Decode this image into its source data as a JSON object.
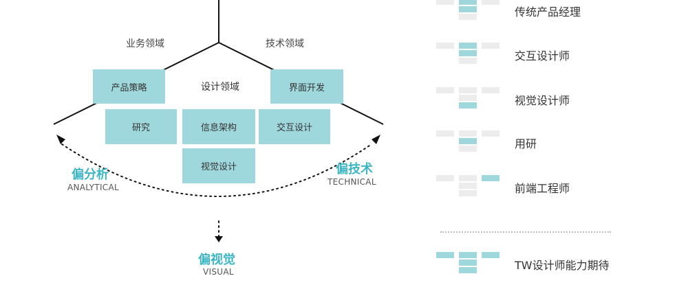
{
  "diagram": {
    "domains": {
      "business": "业务领域",
      "technical": "技术领域",
      "design": "设计领域"
    },
    "boxes": {
      "product_strategy": "产品策略",
      "interface_dev": "界面开发",
      "research": "研究",
      "info_arch": "信息架构",
      "interaction_design": "交互设计",
      "visual_design": "视觉设计"
    },
    "bias": {
      "analytical": {
        "cn": "偏分析",
        "en": "ANALYTICAL"
      },
      "technical": {
        "cn": "偏技术",
        "en": "TECHNICAL"
      },
      "visual": {
        "cn": "偏视觉",
        "en": "VISUAL"
      }
    }
  },
  "legend": {
    "items": [
      {
        "label": "传统产品经理",
        "highlight": [
          0,
          1,
          1,
          0,
          0
        ]
      },
      {
        "label": "交互设计师",
        "highlight": [
          0,
          1,
          1,
          0,
          0
        ]
      },
      {
        "label": "视觉设计师",
        "highlight": [
          0,
          0,
          0,
          0,
          1
        ]
      },
      {
        "label": "用研",
        "highlight": [
          0,
          0,
          1,
          0,
          0
        ]
      },
      {
        "label": "前端工程师",
        "highlight": [
          0,
          0,
          0,
          1,
          0
        ]
      }
    ],
    "summary": {
      "label": "TW设计师能力期待",
      "highlight": [
        1,
        1,
        1,
        1,
        1
      ]
    }
  },
  "colors": {
    "accent": "#3cb6c4",
    "box_fill": "#9fd8dc",
    "cell_off": "#ececec",
    "line": "#111111"
  }
}
